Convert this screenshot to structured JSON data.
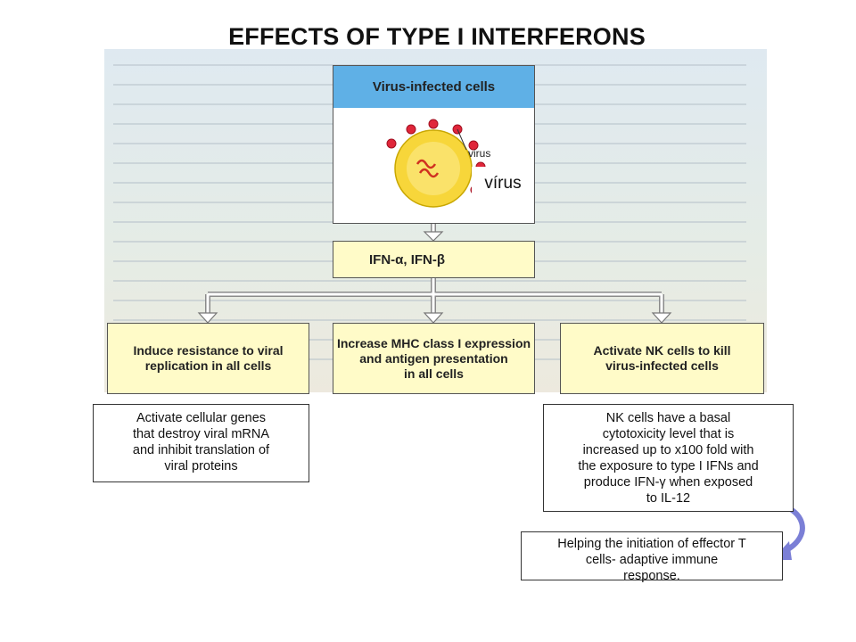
{
  "title": "EFFECTS OF TYPE I INTERFERONS",
  "diagram": {
    "top_header": "Virus-infected cells",
    "virus_small_label": "virus",
    "virus_tag": "vírus",
    "ifn_label": "IFN-α, IFN-β",
    "left_box": [
      "Induce resistance to viral",
      "replication in all cells"
    ],
    "mid_box": [
      "Increase MHC class I expression",
      "and antigen presentation",
      "in all cells"
    ],
    "right_box": [
      "Activate NK cells to kill",
      "virus-infected cells"
    ]
  },
  "notes": {
    "left": [
      "Activate cellular genes",
      "that destroy viral mRNA",
      "and inhibit translation of",
      "viral proteins"
    ],
    "right": [
      "NK cells have a basal",
      "cytotoxicity level that is",
      "increased up to x100 fold with",
      "the exposure to type I IFNs and",
      "produce IFN-γ when exposed",
      "to IL-12"
    ],
    "bottom": [
      "Helping the initiation of effector T",
      "cells- adaptive immune",
      "response."
    ]
  },
  "colors": {
    "header_blue": "#5fb0e6",
    "box_yellow": "#fffbc8",
    "cell_yellow": "#f7d63a",
    "virus_red": "#e0263a",
    "curved_arrow": "#7b7fd6"
  }
}
